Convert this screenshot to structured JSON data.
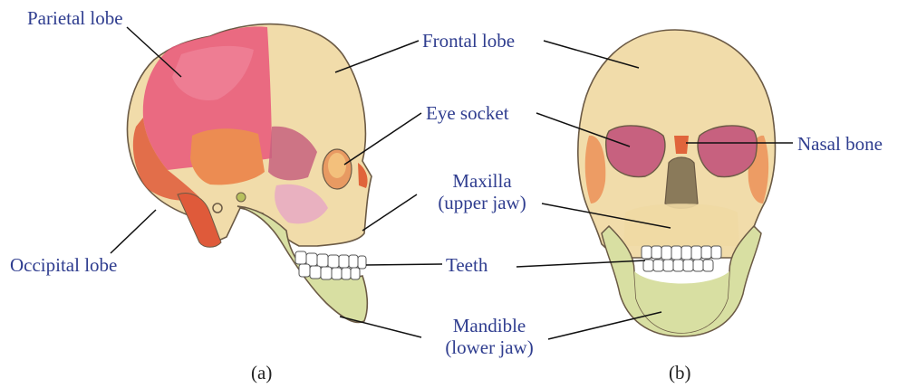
{
  "labels": {
    "parietal_lobe": "Parietal lobe",
    "frontal_lobe": "Frontal lobe",
    "eye_socket": "Eye socket",
    "nasal_bone": "Nasal bone",
    "maxilla_line1": "Maxilla",
    "maxilla_line2": "(upper jaw)",
    "occipital_lobe": "Occipital lobe",
    "teeth": "Teeth",
    "mandible_line1": "Mandible",
    "mandible_line2": "(lower jaw)"
  },
  "captions": {
    "a": "(a)",
    "b": "(b)"
  },
  "colors": {
    "label_text": "#2f3d8f",
    "bone": "#f1dcaa",
    "parietal": "#e95d7c",
    "occipital": "#df5a3a",
    "temporal": "#ec8c52",
    "orbit": "#c7617f",
    "mandible": "#d8dfa2",
    "outline": "#6b5a45"
  }
}
